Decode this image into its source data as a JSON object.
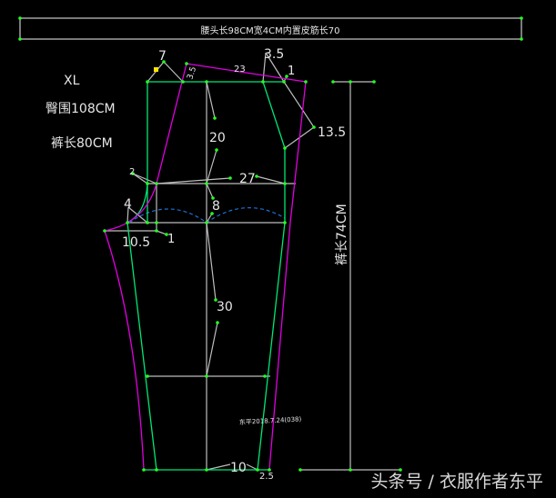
{
  "title_box": "腰头长98CM宽4CM内置皮筋长70",
  "spec": {
    "size": "XL",
    "hip": "臀围108CM",
    "length": "裤长80CM"
  },
  "dimension_vertical": "裤长74CM",
  "labels": {
    "waist_front_7": "7",
    "waist_35_left": "3.5",
    "waist_23": "23",
    "waist_35_right": "3.5",
    "waist_1": "1",
    "side_135": "13.5",
    "rise_20": "20",
    "hip_2": "2",
    "hip_27": "27",
    "crotch_4": "4",
    "crotch_8": "8",
    "crotch_105": "10.5",
    "crotch_1": "1",
    "leg_30": "30",
    "hem_10": "10",
    "hem_25": "2.5"
  },
  "signature": "东平2018.7.24(038)",
  "watermark": "头条号 / 衣服作者东平",
  "colors": {
    "green": "#00e676",
    "magenta": "#e000e0",
    "grey": "#bdbdbd",
    "blue": "#1e6fd0",
    "point": "#22ff22"
  }
}
